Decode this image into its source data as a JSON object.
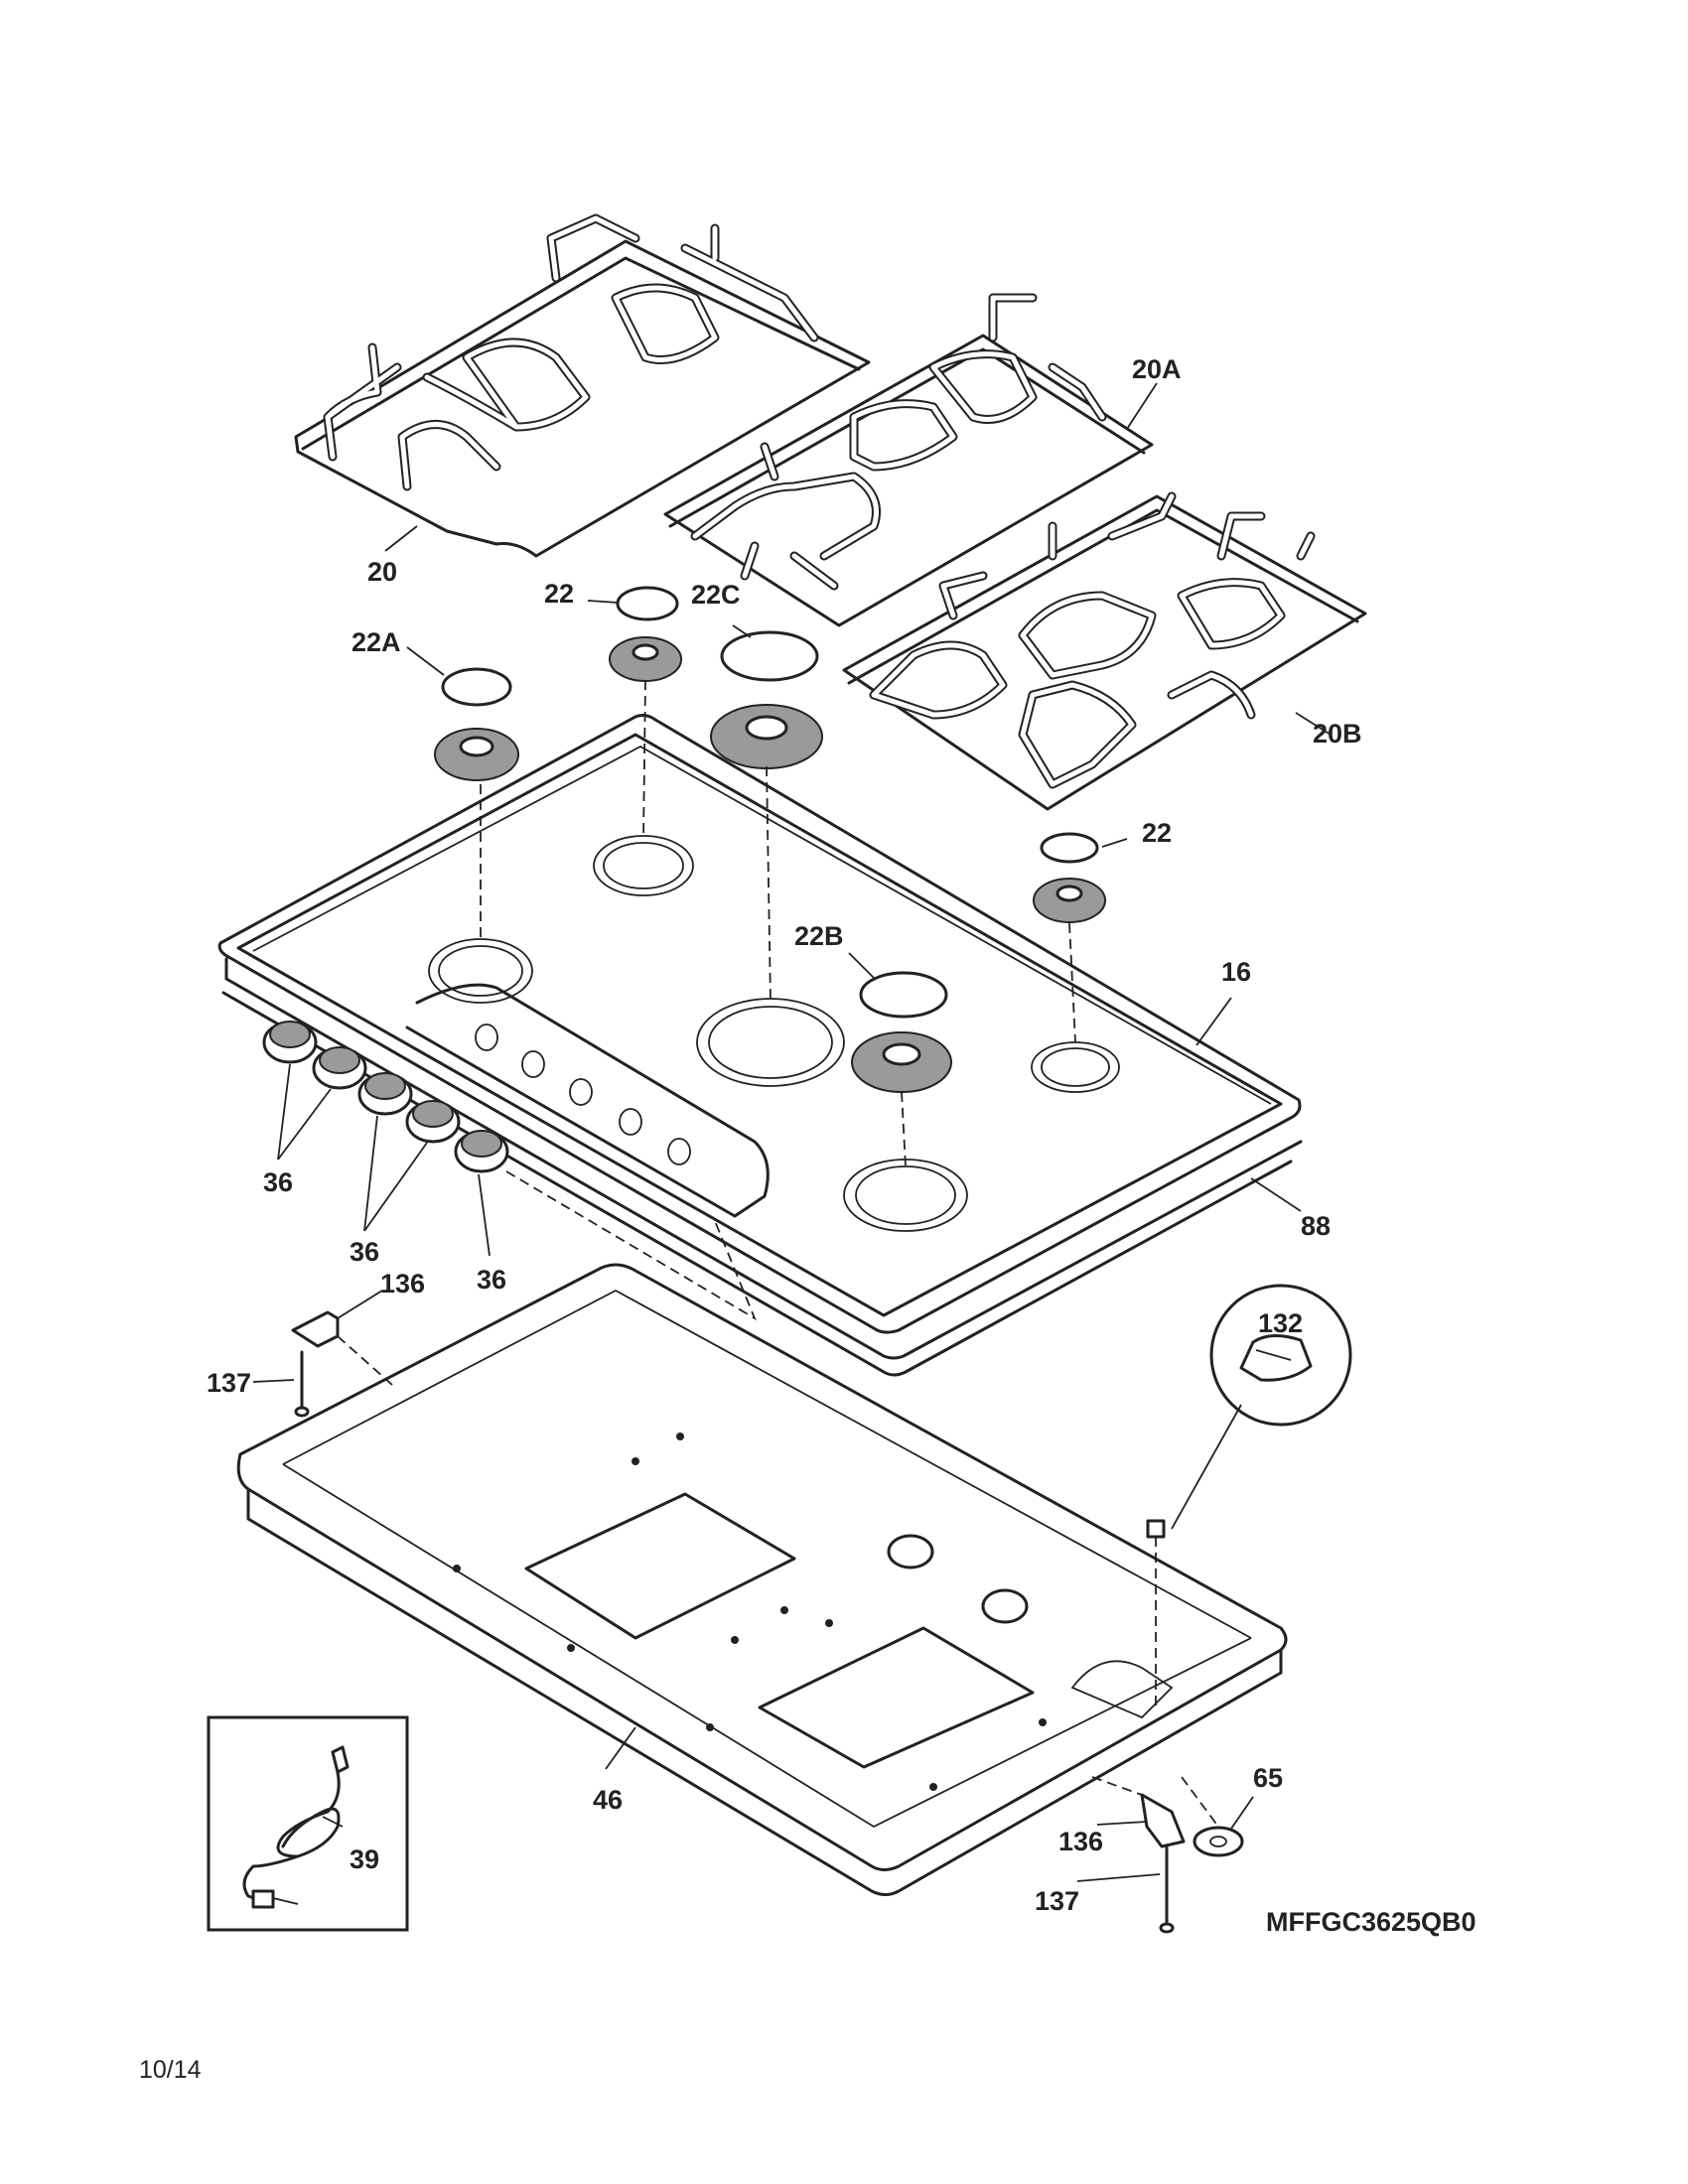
{
  "model": "MFFGC3625QB0",
  "date": "10/14",
  "callouts": {
    "grate_left": "20",
    "grate_center": "20A",
    "grate_right": "20B",
    "cap_22_top": "22",
    "cap_22_right": "22",
    "cap_22a": "22A",
    "cap_22b": "22B",
    "cap_22c": "22C",
    "cooktop": "16",
    "gasket": "88",
    "knob_a": "36",
    "knob_b": "36",
    "knob_c": "36",
    "bracket_top": "136",
    "bracket_bottom": "136",
    "screw_top": "137",
    "screw_bottom": "137",
    "bottom_pan": "46",
    "cord": "39",
    "clip": "132",
    "grommet": "65"
  }
}
